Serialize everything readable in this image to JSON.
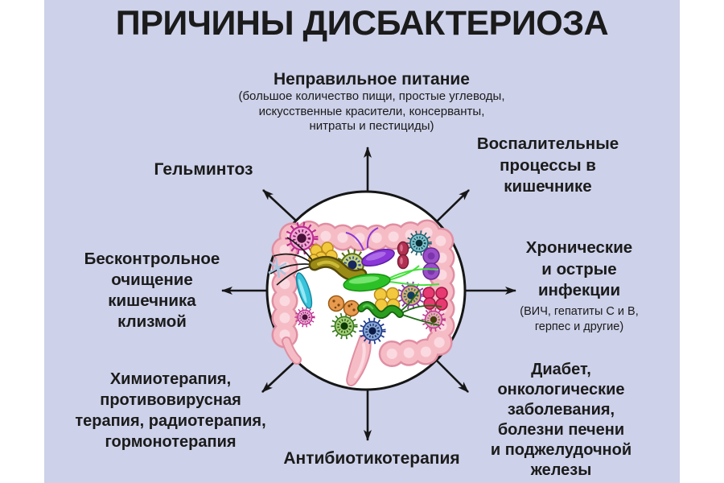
{
  "title": "ПРИЧИНЫ ДИСБАКТЕРИОЗА",
  "colors": {
    "background": "#cdd1e9",
    "text": "#1b1b1b",
    "arrow": "#161616",
    "circle_fill": "#ffffff",
    "circle_stroke": "#161616",
    "intestine_outline": "#e08ea2",
    "intestine_body": "#f6bcc6",
    "intestine_highlight": "#fbd9e0"
  },
  "center": {
    "illustration": "intestine-with-microbes"
  },
  "causes": {
    "nutrition": {
      "title": "Неправильное питание",
      "sub": [
        "(большое количество пищи, простые углеводы,",
        "искусственные красители, консерванты,",
        "нитраты и пестициды)"
      ]
    },
    "helminthiasis": {
      "title": "Гельминтоз"
    },
    "inflammation": {
      "lines": [
        "Воспалительные",
        "процессы в",
        "кишечнике"
      ]
    },
    "enema": {
      "lines": [
        "Бесконтрольное",
        "очищение",
        "кишечника",
        "клизмой"
      ]
    },
    "infections": {
      "lines": [
        "Хронические",
        "и острые",
        "инфекции"
      ],
      "sub": [
        "(ВИЧ, гепатиты C и B,",
        "герпес и другие)"
      ]
    },
    "chemo": {
      "lines": [
        "Химиотерапия,",
        "противовирусная",
        "терапия, радиотерапия,",
        "гормонотерапия"
      ]
    },
    "diabetes": {
      "lines": [
        "Диабет,",
        "онкологические",
        "заболевания,",
        "болезни печени",
        "и поджелудочной",
        "железы"
      ]
    },
    "antibiotics": {
      "title": "Антибиотикотерапия"
    }
  }
}
